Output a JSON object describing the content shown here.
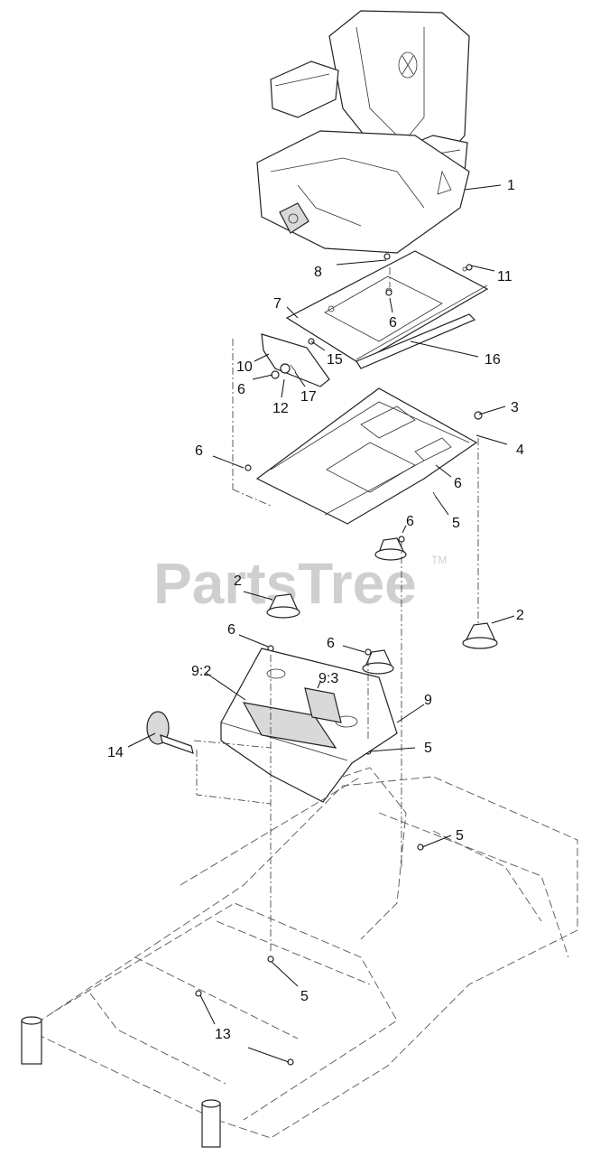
{
  "watermark": {
    "text": "PartsTree",
    "trademark": "TM"
  },
  "callouts": {
    "c1": "1",
    "c2a": "2",
    "c2b": "2",
    "c3": "3",
    "c4": "4",
    "c5a": "5",
    "c5b": "5",
    "c5c": "5",
    "c5d": "5",
    "c6a": "6",
    "c6b": "6",
    "c6c": "6",
    "c6d": "6",
    "c6e": "6",
    "c6f": "6",
    "c6g": "6",
    "c7": "7",
    "c8": "8",
    "c9": "9",
    "c92": "9:2",
    "c93": "9:3",
    "c10": "10",
    "c11": "11",
    "c12": "12",
    "c13": "13",
    "c14": "14",
    "c15": "15",
    "c16": "16",
    "c17": "17"
  }
}
